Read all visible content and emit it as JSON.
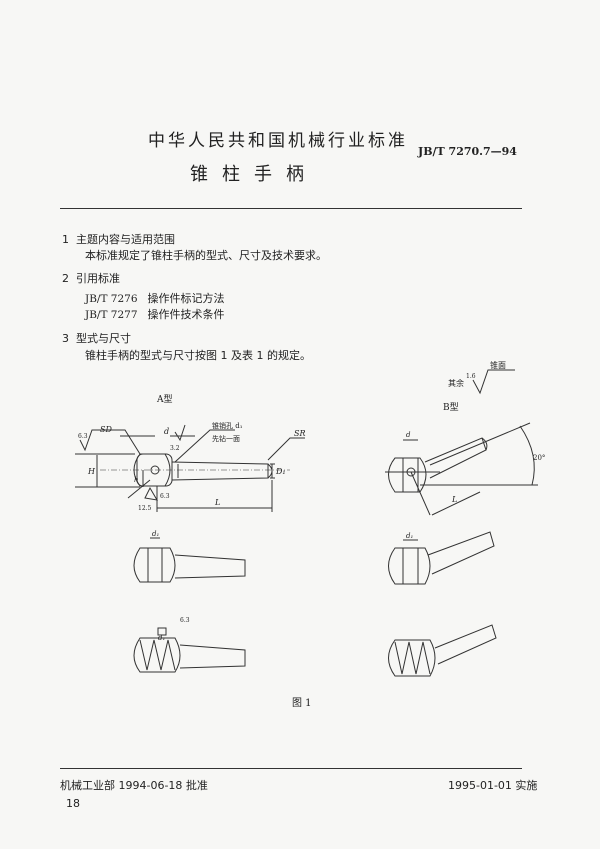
{
  "header": {
    "org_title": "中华人民共和国机械行业标准",
    "standard_number": "JB/T 7270.7—94",
    "doc_title": "锥柱手柄"
  },
  "sections": [
    {
      "num": "1",
      "title": "主题内容与适用范围",
      "body": "本标准规定了锥柱手柄的型式、尺寸及技术要求。"
    },
    {
      "num": "2",
      "title": "引用标准",
      "refs": [
        {
          "code": "JB/T 7276",
          "name": "操作件标记方法"
        },
        {
          "code": "JB/T 7277",
          "name": "操作件技术条件"
        }
      ]
    },
    {
      "num": "3",
      "title": "型式与尺寸",
      "body": "锥柱手柄的型式与尺寸按图 1 及表 1 的规定。"
    }
  ],
  "figure": {
    "type_a": "A型",
    "type_b": "B型",
    "caption": "图 1",
    "roughness_note": {
      "prefix": "其余",
      "value": "1.6",
      "label": "锥面"
    },
    "labels": {
      "sd": "SD",
      "sr": "SR",
      "d": "d",
      "d1": "d₁",
      "h_big": "H",
      "h_small": "h",
      "D1": "D₁",
      "L": "L",
      "angle": "20°",
      "pin_hole": "锥销孔 d₁",
      "drill": "先钻一面",
      "ra1": "6.3",
      "ra2": "3.2",
      "ra3": "12.5",
      "ra4": "6.3",
      "ra5": "6.3"
    }
  },
  "footer": {
    "approval": "机械工业部 1994-06-18 批准",
    "effective": "1995-01-01 实施",
    "page": "18"
  }
}
